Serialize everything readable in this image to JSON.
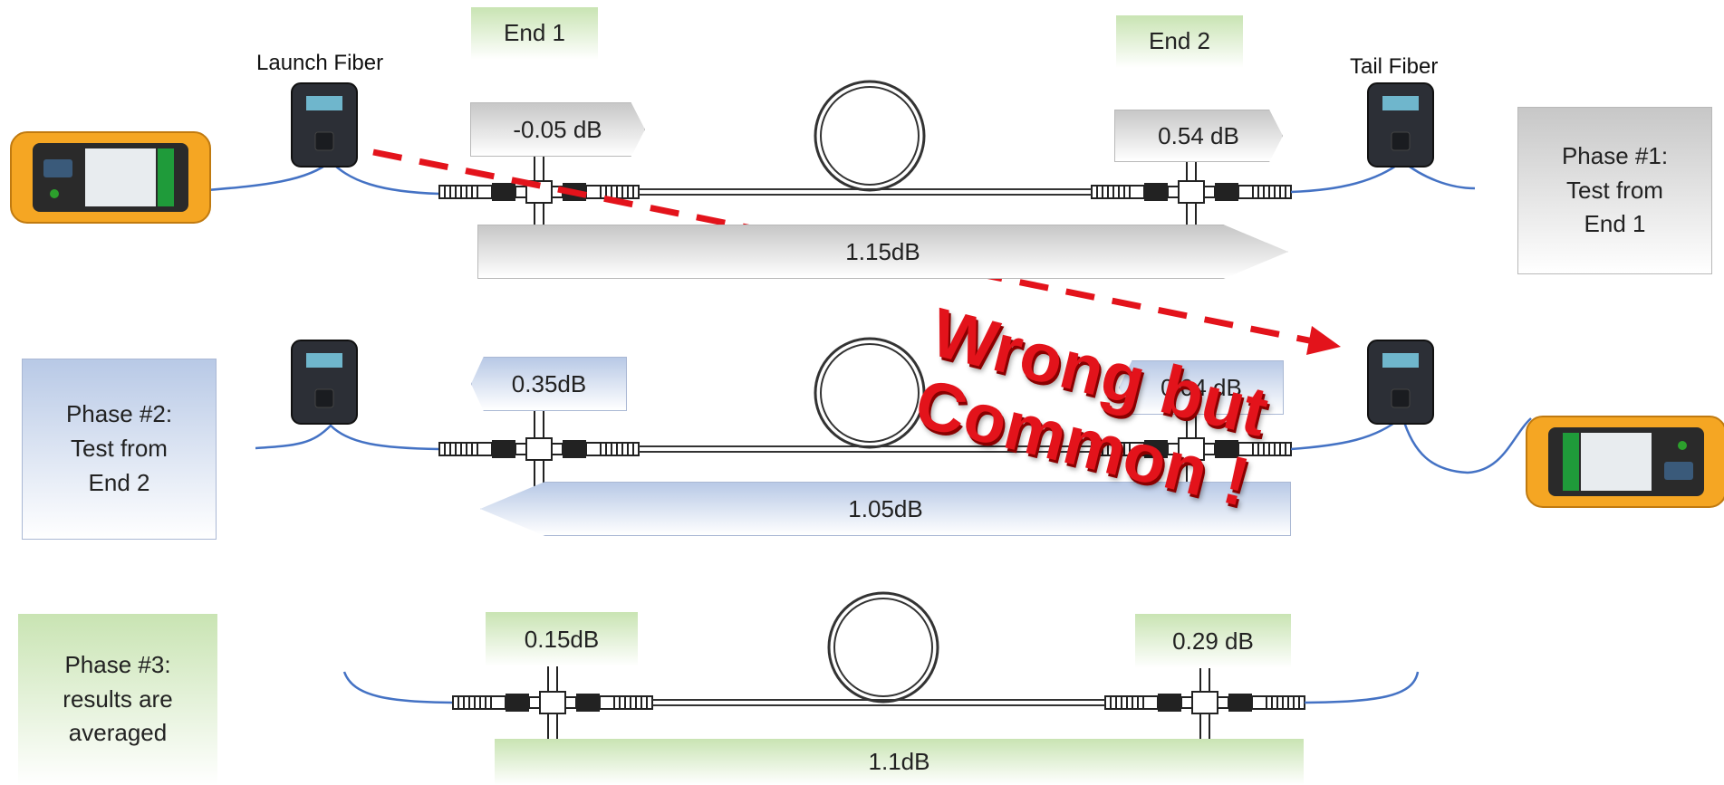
{
  "ends": {
    "end1": "End 1",
    "end2": "End 2"
  },
  "fiber_labels": {
    "launch": "Launch Fiber",
    "tail": "Tail Fiber"
  },
  "phase1": {
    "label": "Phase #1: Test from End 1",
    "end1_loss": "-0.05 dB",
    "end2_loss": "0.54 dB",
    "total_loss": "1.15dB"
  },
  "phase2": {
    "label": "Phase #2: Test from End 2",
    "end1_loss": "0.35dB",
    "end2_loss": "0.04 dB",
    "total_loss": "1.05dB"
  },
  "phase3": {
    "label": "Phase #3: results are averaged",
    "end1_loss": "0.15dB",
    "end2_loss": "0.29 dB",
    "total_loss": "1.1dB"
  },
  "callout": "Wrong but Common !",
  "colors": {
    "fiber_blue": "#4472c4",
    "tester_orange": "#f5a623",
    "callout_red": "#e3131b",
    "phase1_bg": "#c7c7c7",
    "phase2_bg": "#b8c9e6",
    "phase3_bg": "#c9e4b3"
  },
  "icons": [
    "otdr-tester-icon",
    "launch-fiber-box-icon",
    "tail-fiber-box-icon",
    "fiber-spool-icon",
    "connector-icon"
  ]
}
